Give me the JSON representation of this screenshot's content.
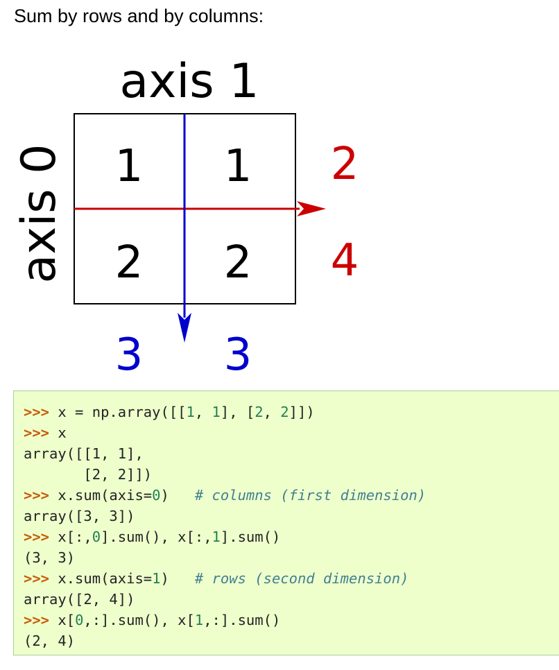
{
  "heading": "Sum by rows and by columns:",
  "diagram": {
    "axis1_label": "axis 1",
    "axis0_label": "axis 0",
    "cells": [
      "1",
      "1",
      "2",
      "2"
    ],
    "row_sums": [
      "2",
      "4"
    ],
    "col_sums": [
      "3",
      "3"
    ],
    "colors": {
      "row_arrow": "#cc0000",
      "col_arrow": "#0000cc",
      "grid": "#000000"
    }
  },
  "code": {
    "prompt": ">>>",
    "line1": {
      "code": "x = np.array([[",
      "n1": "1",
      "s1": ", ",
      "n2": "1",
      "s2": "], [",
      "n3": "2",
      "s3": ", ",
      "n4": "2",
      "s4": "]])"
    },
    "line2": {
      "code": "x"
    },
    "line3": {
      "out": "array([[1, 1],"
    },
    "line4": {
      "out": "       [2, 2]])"
    },
    "line5": {
      "code": "x.sum(axis=",
      "n1": "0",
      "s1": ")   ",
      "comment": "# columns (first dimension)"
    },
    "line6": {
      "out": "array([3, 3])"
    },
    "line7": {
      "code_a": "x[:,",
      "n1": "0",
      "code_b": "].sum(), x[:,",
      "n2": "1",
      "code_c": "].sum()"
    },
    "line8": {
      "out": "(3, 3)"
    },
    "line9": {
      "code": "x.sum(axis=",
      "n1": "1",
      "s1": ")   ",
      "comment": "# rows (second dimension)"
    },
    "line10": {
      "out": "array([2, 4])"
    },
    "line11": {
      "code_a": "x[",
      "n1": "0",
      "code_b": ",:].sum(), x[",
      "n2": "1",
      "code_c": ",:].sum()"
    },
    "line12": {
      "out": "(2, 4)"
    }
  }
}
